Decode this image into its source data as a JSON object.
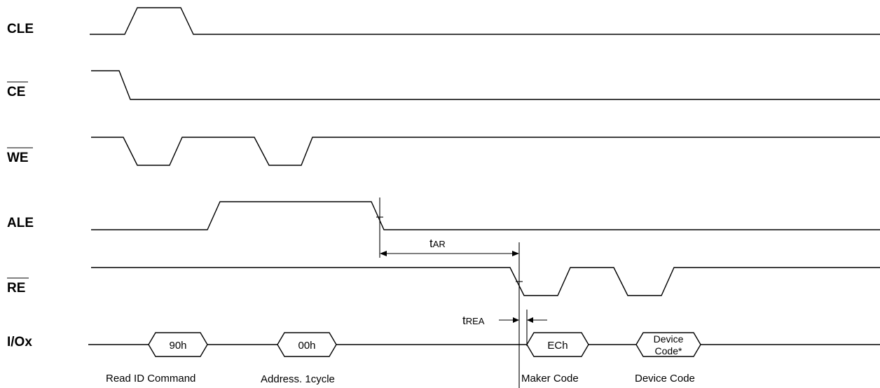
{
  "signals": {
    "cle": "CLE",
    "ce": "CE",
    "we": "WE",
    "ale": "ALE",
    "re": "RE",
    "io": "I/Ox"
  },
  "bus_values": {
    "cmd": "90h",
    "addr": "00h",
    "maker": "ECh",
    "device_line1": "Device",
    "device_line2": "Code*"
  },
  "captions": {
    "cmd": "Read ID Command",
    "addr": "Address. 1cycle",
    "maker": "Maker Code",
    "device": "Device Code"
  },
  "timing": {
    "tar_main": "t",
    "tar_sub": "AR",
    "trea_main": "t",
    "trea_sub": "REA"
  }
}
